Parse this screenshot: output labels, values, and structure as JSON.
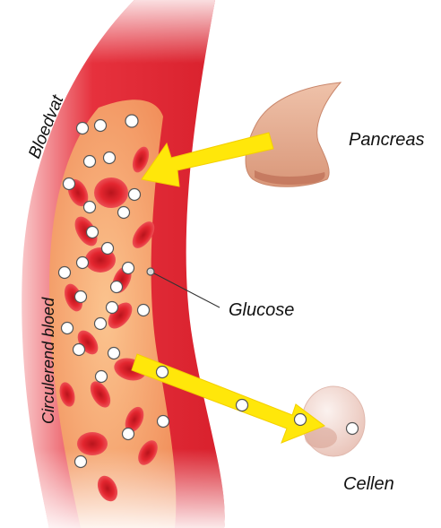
{
  "labels": {
    "vessel": "Bloedvat",
    "blood": "Circulerend bloed",
    "pancreas": "Pancreas",
    "glucose": "Glucose",
    "cells": "Cellen"
  },
  "colors": {
    "vessel_wall": "#e52a37",
    "blood_plasma": "#f6a36a",
    "red_cell": "#e3262f",
    "arrow": "#ffe70a",
    "pancreas": "#e3ad93",
    "cell": "#f2ddd7",
    "glucose": "#ffffff"
  }
}
